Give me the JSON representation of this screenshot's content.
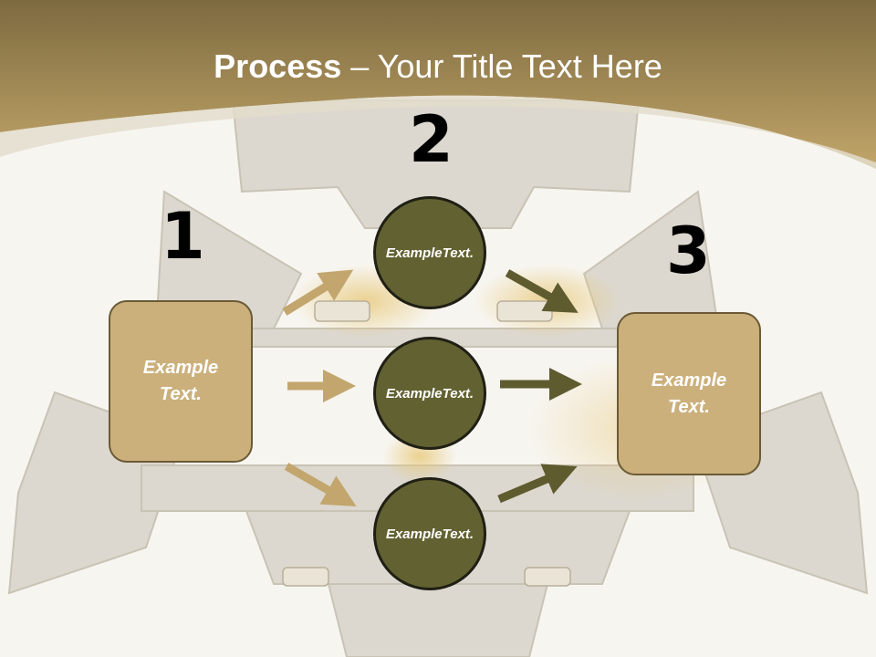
{
  "title": {
    "bold": "Process",
    "rest": " – Your Title Text Here"
  },
  "steps": [
    "1",
    "2",
    "3"
  ],
  "boxes": {
    "left": {
      "line1": "Example",
      "line2": "Text."
    },
    "right": {
      "line1": "Example",
      "line2": "Text."
    }
  },
  "circles": [
    {
      "line1": "Example",
      "line2": "Text."
    },
    {
      "line1": "Example",
      "line2": "Text."
    },
    {
      "line1": "Example",
      "line2": "Text."
    }
  ],
  "colors": {
    "header_gold": "#b49b5f",
    "box_fill": "#cbb07c",
    "circle_fill": "#626131",
    "arrow_gold": "#c2a66e",
    "arrow_olive": "#5e5b2f"
  }
}
